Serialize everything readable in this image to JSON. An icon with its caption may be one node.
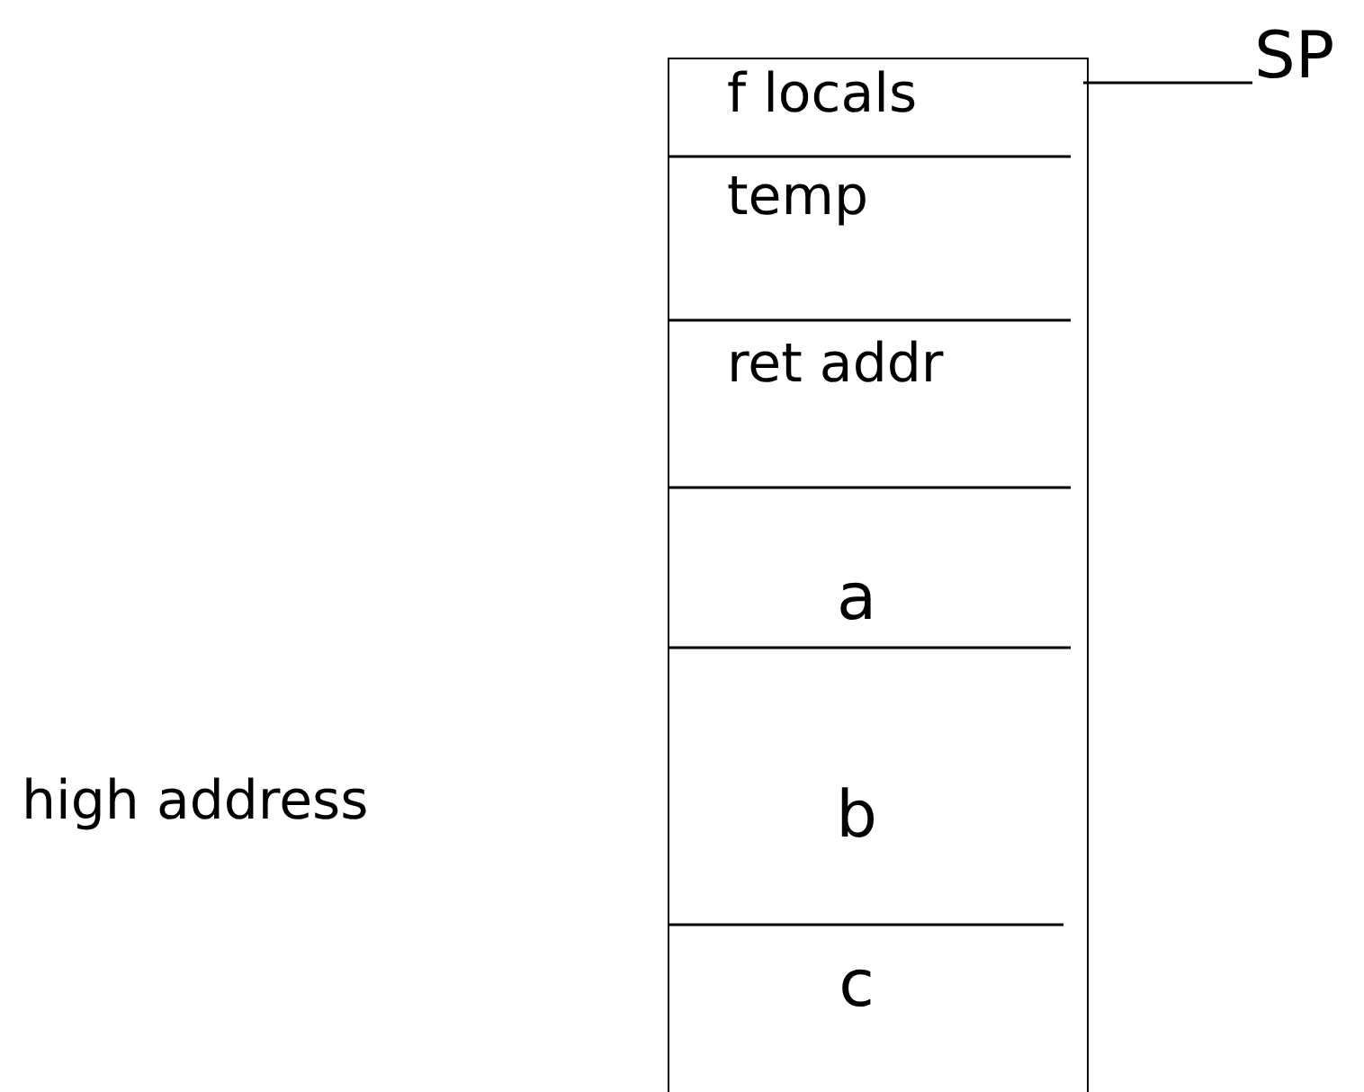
{
  "diagram": {
    "nodes": [
      {
        "text": [
          "f locals"
        ]
      },
      {
        "text": [
          "temp"
        ]
      },
      {
        "text": [
          "ret addr"
        ]
      },
      {
        "text": [
          "a"
        ]
      },
      {
        "text": [
          "b"
        ]
      },
      {
        "text": [
          "c"
        ]
      },
      {
        "text": [
          "SP"
        ]
      }
    ],
    "edges": [
      {
        "from": 6,
        "to": 0,
        "arrow": "none"
      }
    ],
    "labels": [
      "high address"
    ]
  }
}
